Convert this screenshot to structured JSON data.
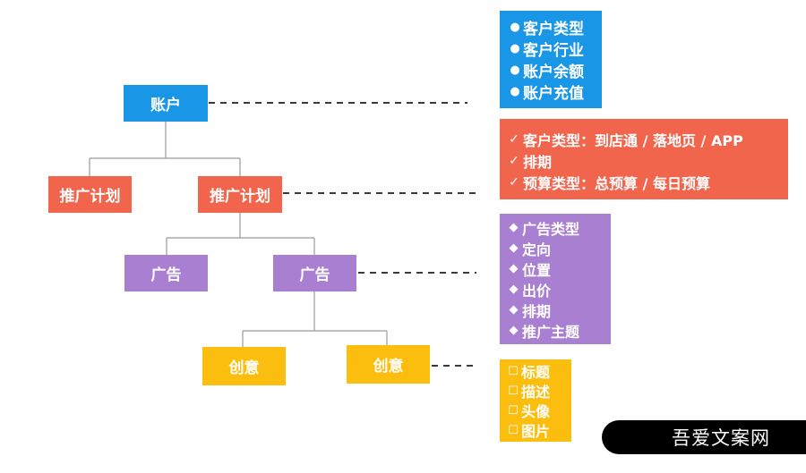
{
  "nodes": {
    "account": "账户",
    "plan_left": "推广计划",
    "plan_right": "推广计划",
    "ad_left": "广告",
    "ad_right": "广告",
    "creative_left": "创意",
    "creative_right": "创意"
  },
  "panels": {
    "account": {
      "marker": "●",
      "items": [
        "客户类型",
        "客户行业",
        "账户余额",
        "账户充值"
      ]
    },
    "plan": {
      "marker": "✓",
      "items": [
        "客户类型：到店通 / 落地页 / APP",
        "排期",
        "预算类型：总预算 / 每日预算"
      ]
    },
    "ad": {
      "marker": "◆",
      "items": [
        "广告类型",
        "定向",
        "位置",
        "出价",
        "排期",
        "推广主题"
      ]
    },
    "creative": {
      "marker": "☐",
      "items": [
        "标题",
        "描述",
        "头像",
        "图片"
      ]
    }
  },
  "watermark": "吾爱文案网",
  "colors": {
    "account": "#1a96e6",
    "plan": "#f2654d",
    "ad": "#a97fd2",
    "creative": "#fbbd0e"
  }
}
